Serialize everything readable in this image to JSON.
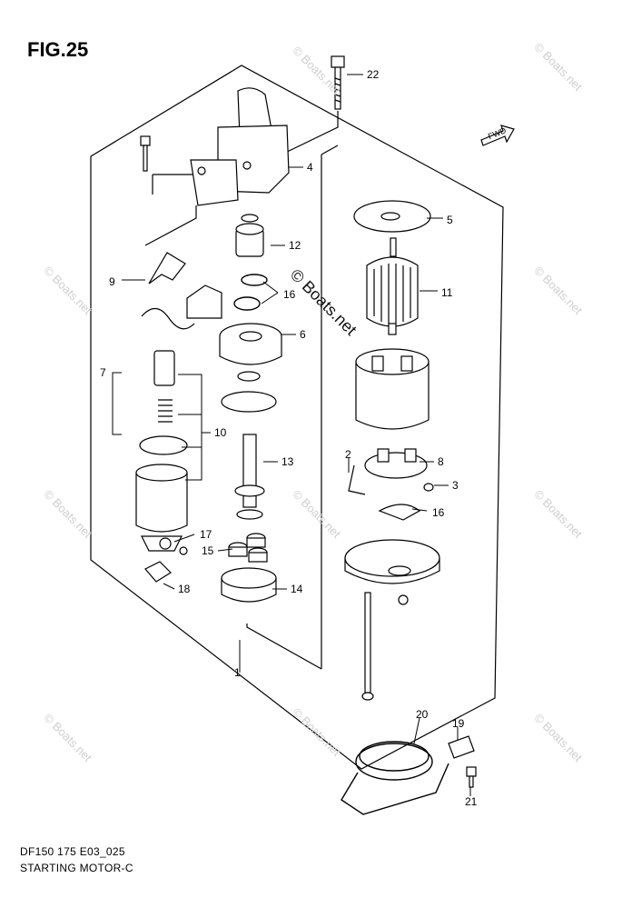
{
  "figure": {
    "title": "FIG.25",
    "code": "DF150 175 E03_025",
    "name": "STARTING MOTOR-C"
  },
  "fwd_label": "FWD",
  "watermark": {
    "center_text": "© Boats.net",
    "corner_text": "© Boats.net"
  },
  "callouts": [
    {
      "id": "22",
      "label": "22"
    },
    {
      "id": "4",
      "label": "4"
    },
    {
      "id": "5",
      "label": "5"
    },
    {
      "id": "12",
      "label": "12"
    },
    {
      "id": "9",
      "label": "9"
    },
    {
      "id": "16a",
      "label": "16"
    },
    {
      "id": "11",
      "label": "11"
    },
    {
      "id": "6",
      "label": "6"
    },
    {
      "id": "7",
      "label": "7"
    },
    {
      "id": "10",
      "label": "10"
    },
    {
      "id": "13",
      "label": "13"
    },
    {
      "id": "2",
      "label": "2"
    },
    {
      "id": "8",
      "label": "8"
    },
    {
      "id": "3",
      "label": "3"
    },
    {
      "id": "16b",
      "label": "16"
    },
    {
      "id": "17",
      "label": "17"
    },
    {
      "id": "15",
      "label": "15"
    },
    {
      "id": "14",
      "label": "14"
    },
    {
      "id": "18",
      "label": "18"
    },
    {
      "id": "1",
      "label": "1"
    },
    {
      "id": "20",
      "label": "20"
    },
    {
      "id": "19",
      "label": "19"
    },
    {
      "id": "21",
      "label": "21"
    }
  ],
  "colors": {
    "line": "#000000",
    "background": "#ffffff",
    "watermark": "#cfcfcf"
  }
}
